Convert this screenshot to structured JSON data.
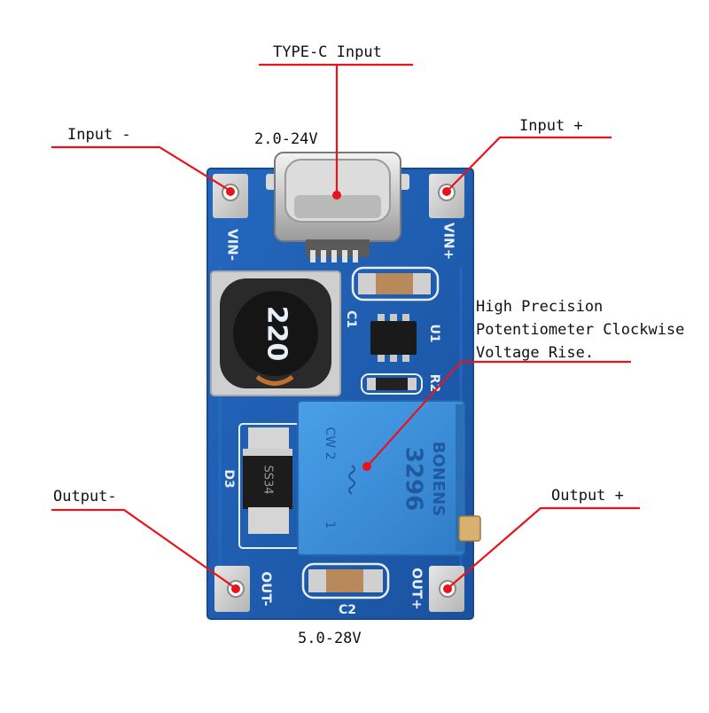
{
  "labels": {
    "type_c_input": "TYPE-C Input",
    "input_voltage": "2.0-24V",
    "input_minus": "Input -",
    "input_plus": "Input +",
    "potentiometer_desc": [
      "High Precision",
      "Potentiometer Clockwise",
      "Voltage Rise."
    ],
    "output_minus": "Output-",
    "output_plus": "Output +",
    "output_voltage": "5.0-28V"
  },
  "board_silkscreen": {
    "vin_minus": "VIN-",
    "vin_plus": "VIN+",
    "c1": "C1",
    "u1": "U1",
    "r2": "R2",
    "d3": "D3",
    "c2": "C2",
    "out_minus": "OUT-",
    "out_plus": "OUT+",
    "inductor_value": "220",
    "diode_marking": "SS34",
    "pot_brand": "BONENS",
    "pot_model": "3296",
    "pot_cw": "CW 2",
    "pot_pin": "1"
  },
  "colors": {
    "pcb_blue": "#1f5fb4",
    "annotation_red": "#e8141b",
    "potentiometer_blue": "#3a8fd8"
  }
}
